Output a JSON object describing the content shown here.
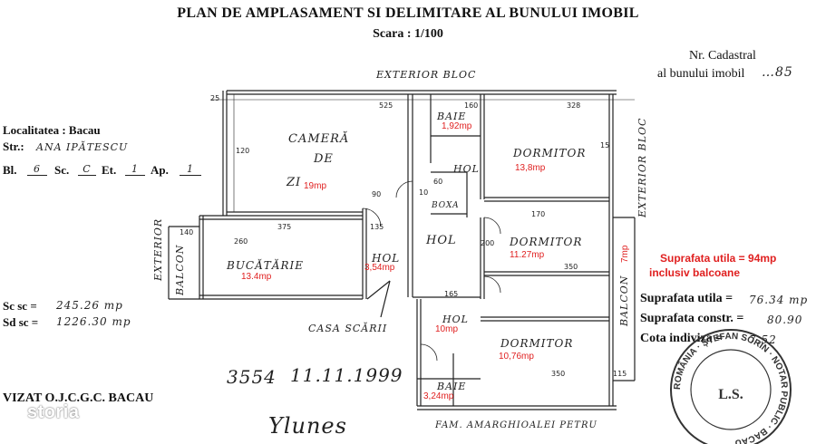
{
  "header": {
    "title": "PLAN DE AMPLASAMENT SI DELIMITARE AL BUNULUI IMOBIL",
    "scale": "Scara : 1/100"
  },
  "cadastral": {
    "line1": "Nr. Cadastral",
    "line2": "al bunului imobil",
    "number": "…85"
  },
  "location": {
    "locality_label": "Localitatea : Bacau",
    "street_label": "Str.:",
    "street_value": "ANA IPĂTESCU",
    "block_label": "Bl.",
    "block_value": "6",
    "sc_label": "Sc.",
    "sc_value": "C",
    "et_label": "Et.",
    "et_value": "1",
    "ap_label": "Ap.",
    "ap_value": "1"
  },
  "surfaces_left": {
    "scsc_label": "Sc sc =",
    "scsc_value": "245.26 mp",
    "sdsc_label": "Sd sc =",
    "sdsc_value": "1226.30 mp"
  },
  "surfaces_right": {
    "utila_total": "Suprafata utila = 94mp",
    "inclusiv": "inclusiv balcoane",
    "utila_label": "Suprafata utila =",
    "utila_value": "76.34 mp",
    "constr_label": "Suprafata constr. =",
    "constr_value": "80.90",
    "cota_label": "Cota indiviza =",
    "cota_value": "7.52"
  },
  "footer": {
    "stamp_ref": "3554",
    "date": "11.11.1999",
    "visa": "VIZAT O.J.C.G.C. BACAU",
    "neighbor": "FAM. AMARGHIOALEI PETRU",
    "signature": "Ylunes",
    "watermark": "storia"
  },
  "plan_labels": {
    "exterior_top": "EXTERIOR BLOC",
    "exterior_right": "EXTERIOR BLOC",
    "exterior_left": "EXTERIOR",
    "balcon_left": "BALCON",
    "balcon_right": "BALCON",
    "casa_scarii": "CASA SCĂRII",
    "camera": "CAMERĂ",
    "de": "DE",
    "zi": "ZI",
    "bucatarie": "BUCĂTĂRIE",
    "baie_top": "BAIE",
    "baie_bottom": "BAIE",
    "boxa": "BOXA",
    "hol_top": "HOL",
    "hol_mid": "HOL",
    "hol_left": "HOL",
    "hol_bottom": "HOL",
    "dormitor1": "DORMITOR",
    "dormitor2": "DORMITOR",
    "dormitor3": "DORMITOR"
  },
  "areas": {
    "camera": "19mp",
    "baie_top": "1,92mp",
    "dormitor1": "13,8mp",
    "bucatarie": "13.4mp",
    "hol_left": "3,54mp",
    "dormitor2": "11.27mp",
    "balcon_right": "7mp",
    "hol_bottom": "10mp",
    "dormitor3": "10,76mp",
    "baie_bottom": "3,24mp"
  },
  "dimensions": {
    "d525": "525",
    "d160": "160",
    "d328": "328",
    "d25": "25",
    "d120a": "120",
    "d260": "260",
    "d375": "375",
    "d140": "140",
    "d200": "200",
    "d135": "135",
    "d165": "165",
    "d350a": "350",
    "d350b": "350",
    "d115": "115",
    "d90": "90",
    "d60": "60",
    "d10": "10",
    "d170": "170",
    "d15": "15"
  },
  "stamp": {
    "ring_text": "ROMÂNIA · ȘTEFAN SORIN · NOTAR PUBLIC · BACĂU",
    "center": "L.S."
  }
}
